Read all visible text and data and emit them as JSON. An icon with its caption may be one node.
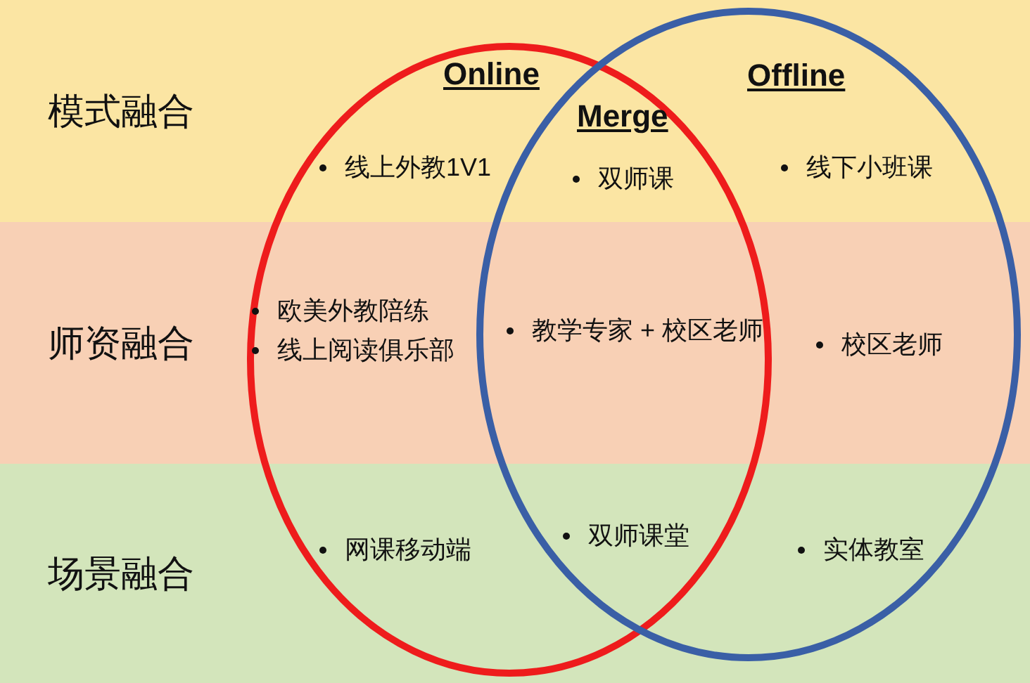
{
  "diagram": {
    "nodes": [
      {
        "text": [
          "模式融合"
        ]
      },
      {
        "text": [
          "师资融合"
        ]
      },
      {
        "text": [
          "场景融合"
        ]
      },
      {
        "text": [],
        "shape": "ellipse"
      },
      {
        "text": [],
        "shape": "ellipse"
      }
    ],
    "labels": [
      "Online",
      "Offline",
      "Merge",
      "线上外教1V1",
      "双师课",
      "线下小班课",
      "欧美外教陪练",
      "线上阅读俱乐部",
      "教学专家 + 校区老师",
      "校区老师",
      "网课移动端",
      "双师课堂",
      "实体教室"
    ]
  }
}
